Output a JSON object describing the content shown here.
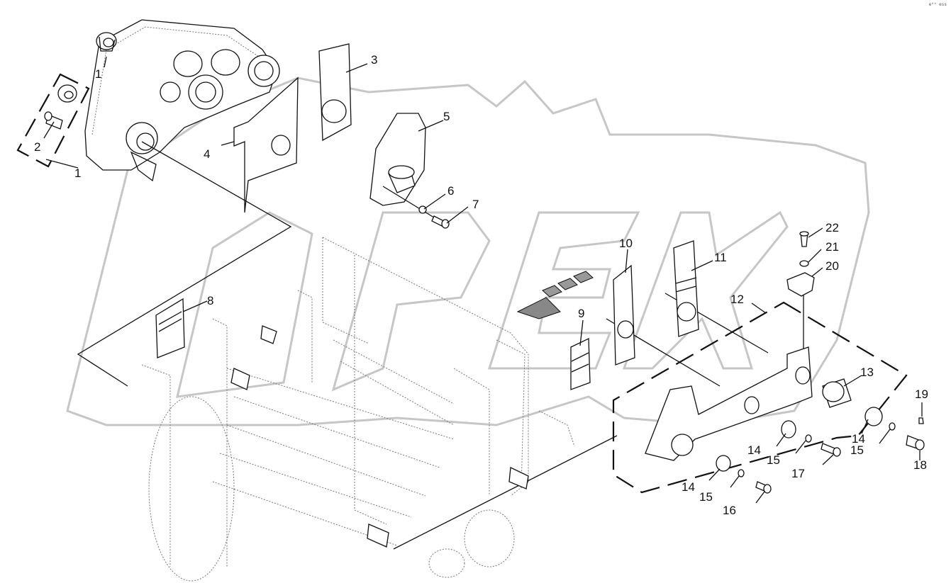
{
  "watermark": "OPEX",
  "corner_code": "e⁰⁰ ess",
  "callouts": [
    "1",
    "1",
    "2",
    "3",
    "4",
    "5",
    "6",
    "7",
    "8",
    "9",
    "10",
    "11",
    "12",
    "13",
    "14",
    "14",
    "14",
    "15",
    "15",
    "15",
    "16",
    "17",
    "18",
    "19",
    "20",
    "21",
    "22"
  ],
  "colors": {
    "line": "#111111",
    "watermark": "#c6c6c6",
    "frame_dotted": "#777777",
    "background": "#ffffff"
  }
}
